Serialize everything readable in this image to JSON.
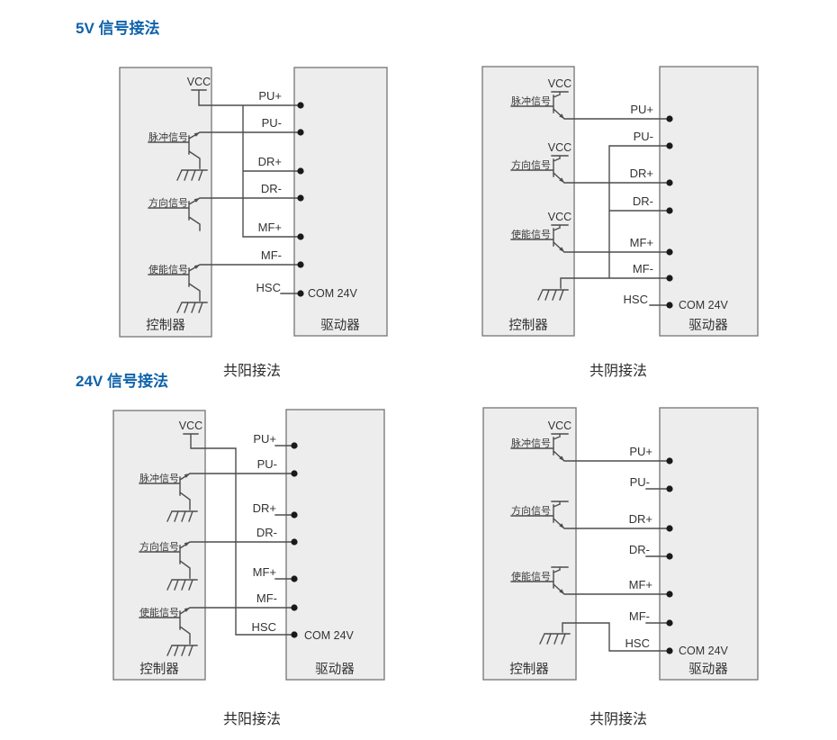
{
  "titles": {
    "v5": "5V 信号接法",
    "v24": "24V 信号接法"
  },
  "shared": {
    "vcc": "VCC",
    "pulse_signal": "脉冲信号",
    "direction_signal": "方向信号",
    "enable_signal": "使能信号",
    "controller": "控制器",
    "driver": "驱动器",
    "hsc": "HSC",
    "com_24v": "COM 24V",
    "terminals": [
      "PU+",
      "PU-",
      "DR+",
      "DR-",
      "MF+",
      "MF-"
    ]
  },
  "diagrams": {
    "tl": {
      "caption": "共阳接法"
    },
    "tr": {
      "caption": "共阴接法"
    },
    "bl": {
      "caption": "共阳接法"
    },
    "br": {
      "caption": "共阴接法"
    }
  },
  "colors": {
    "title_blue": "#0e62ab",
    "wire": "#4d4d4d",
    "box_fill": "#ededed",
    "box_border": "#7e7e7e",
    "dot": "#1a1a1a",
    "text": "#333333"
  }
}
